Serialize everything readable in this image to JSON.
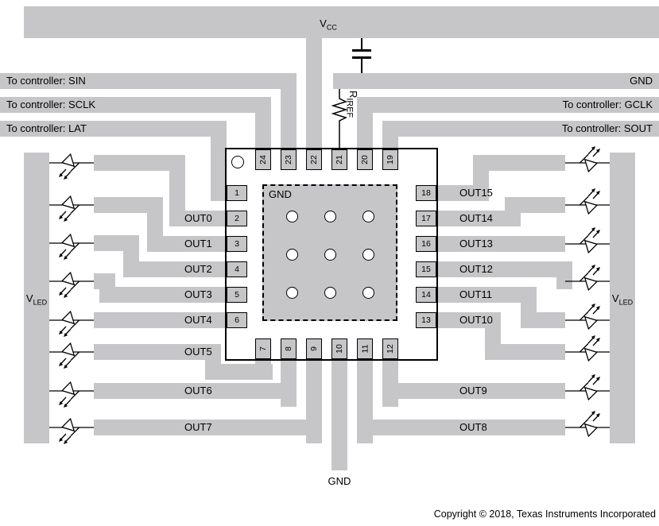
{
  "page": {
    "copyright": "Copyright © 2018, Texas Instruments Incorporated"
  },
  "colors": {
    "trace": "#c6c6c8",
    "outline": "#000000",
    "bg": "#ffffff",
    "chipfill": "#ffffff"
  },
  "power": {
    "vcc": {
      "base": "V",
      "sub": "CC"
    },
    "vled_left": {
      "base": "V",
      "sub": "LED"
    },
    "vled_right": {
      "base": "V",
      "sub": "LED"
    },
    "gnd_top_right": "GND",
    "gnd_bottom": "GND",
    "gnd_thermal_pad": "GND",
    "riref": {
      "base": "R",
      "sub": "IREF"
    }
  },
  "controller": {
    "sin": "To controller: SIN",
    "sclk": "To controller: SCLK",
    "lat": "To controller: LAT",
    "gclk": "To controller: GCLK",
    "sout": "To controller: SOUT"
  },
  "chip": {
    "pins_top": [
      "24",
      "23",
      "22",
      "21",
      "20",
      "19"
    ],
    "pins_left": [
      "1",
      "2",
      "3",
      "4",
      "5",
      "6"
    ],
    "pins_bottom": [
      "7",
      "8",
      "9",
      "10",
      "11",
      "12"
    ],
    "pins_right": [
      "18",
      "17",
      "16",
      "15",
      "14",
      "13"
    ]
  },
  "outputs": {
    "left": [
      "OUT0",
      "OUT1",
      "OUT2",
      "OUT3",
      "OUT4",
      "OUT5",
      "OUT6",
      "OUT7"
    ],
    "right": [
      "OUT15",
      "OUT14",
      "OUT13",
      "OUT12",
      "OUT11",
      "OUT10",
      "OUT9",
      "OUT8"
    ]
  }
}
